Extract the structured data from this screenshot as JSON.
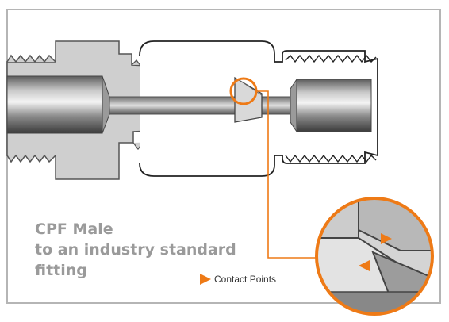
{
  "caption": {
    "line1": "CPF Male",
    "line2": "to an industry standard",
    "line3": "fitting"
  },
  "legend": {
    "label": "Contact Points"
  },
  "colors": {
    "accent": "#ee7a16",
    "frame": "#b5b5b5",
    "body_fill": "#cfcfcf",
    "caption_text": "#9a9a9a"
  }
}
